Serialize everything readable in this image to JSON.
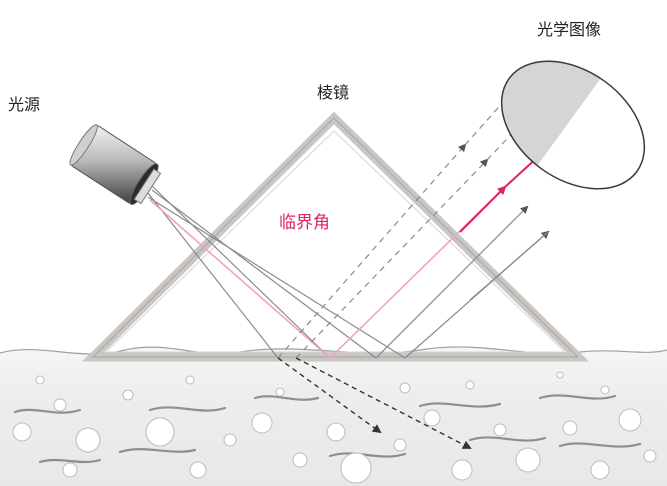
{
  "labels": {
    "light_source": "光源",
    "prism": "棱镜",
    "optical_image": "光学图像",
    "critical_angle": "临界角"
  },
  "colors": {
    "critical_ray": "#e0245e",
    "ray": "#8a8a8a",
    "prism_frame": "#c9c6c3",
    "liquid": "#e9ebec",
    "image_dark": "#d5d5d5",
    "image_light": "#ffffff"
  }
}
